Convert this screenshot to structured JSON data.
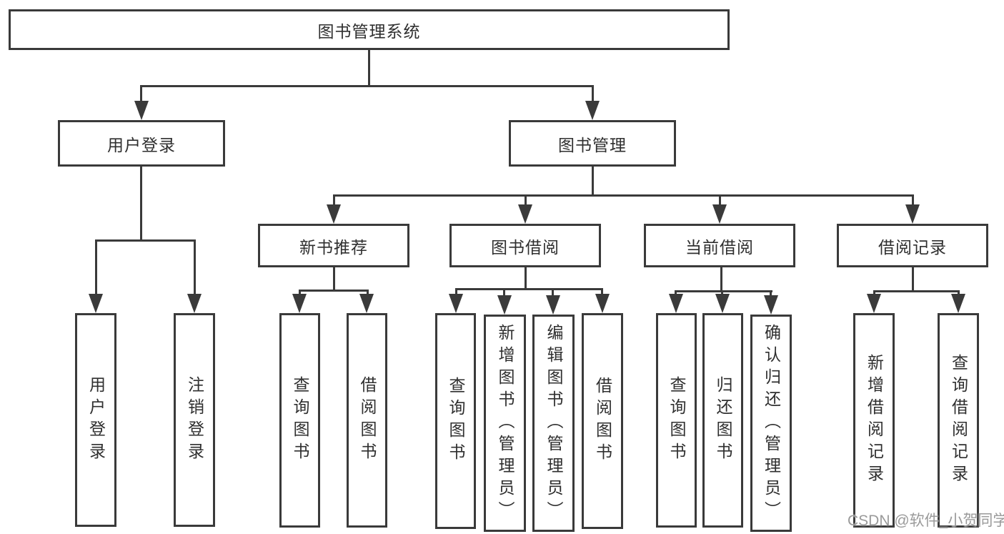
{
  "title": "图书管理系统",
  "tree": [
    {
      "label": "用户登录",
      "children": [
        {
          "label": "用户登录"
        },
        {
          "label": "注销登录"
        }
      ]
    },
    {
      "label": "图书管理",
      "children": [
        {
          "label": "新书推荐",
          "children": [
            {
              "label": "查询图书"
            },
            {
              "label": "借阅图书"
            }
          ]
        },
        {
          "label": "图书借阅",
          "children": [
            {
              "label": "查询图书"
            },
            {
              "label": "新增图书（管理员）"
            },
            {
              "label": "编辑图书（管理员）"
            },
            {
              "label": "借阅图书"
            }
          ]
        },
        {
          "label": "当前借阅",
          "children": [
            {
              "label": "查询图书"
            },
            {
              "label": "归还图书"
            },
            {
              "label": "确认归还（管理员）"
            }
          ]
        },
        {
          "label": "借阅记录",
          "children": [
            {
              "label": "新增借阅记录"
            },
            {
              "label": "查询借阅记录"
            }
          ]
        }
      ]
    }
  ],
  "watermark": "CSDN @软件_小贺同学",
  "colors": {
    "line": "#3a3a3a",
    "text": "#2f2f2f",
    "watermark": "#9a9a9a",
    "background": "#ffffff"
  }
}
